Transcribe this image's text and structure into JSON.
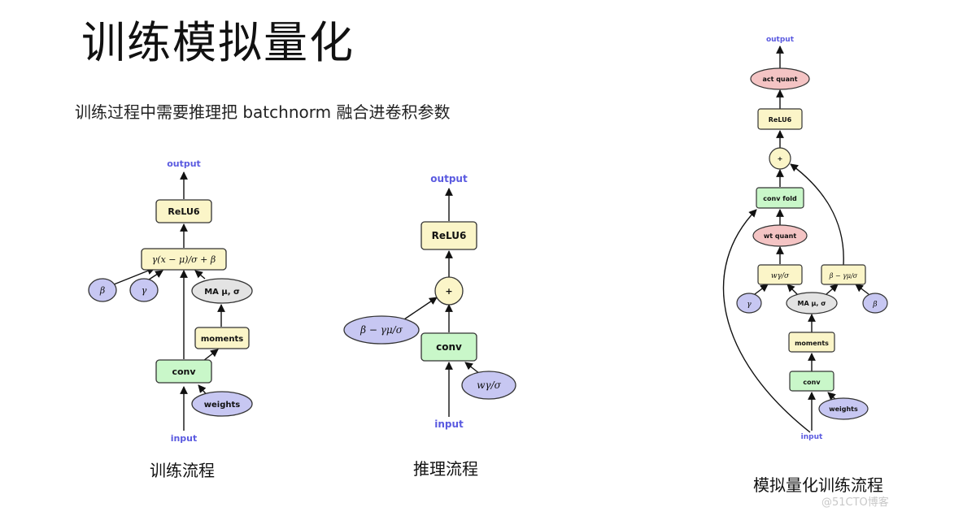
{
  "slide": {
    "title": "训练模拟量化",
    "subtitle": "训练过程中需要推理把 batchnorm 融合进卷积参数",
    "watermark": "@51CTO博客"
  },
  "captions": {
    "training": "训练流程",
    "inference": "推理流程",
    "quant_training": "模拟量化训练流程"
  },
  "training": {
    "output": "output",
    "relu": "ReLU6",
    "bn": "γ(x − μ)/σ + β",
    "beta": "β",
    "gamma": "γ",
    "ma": "MA μ, σ",
    "moments": "moments",
    "conv": "conv",
    "weights": "weights",
    "input": "input"
  },
  "inference": {
    "output": "output",
    "relu": "ReLU6",
    "add": "+",
    "bias": "β − γμ/σ",
    "conv": "conv",
    "wscale": "wγ/σ",
    "input": "input"
  },
  "quant": {
    "output": "output",
    "act_quant": "act quant",
    "relu": "ReLU6",
    "add": "+",
    "conv_fold": "conv fold",
    "wt_quant": "wt quant",
    "wscale": "wγ/σ",
    "bias": "β − γμ/σ",
    "gamma": "γ",
    "ma": "MA μ, σ",
    "beta": "β",
    "moments": "moments",
    "conv": "conv",
    "weights": "weights",
    "input": "input"
  },
  "colors": {
    "box_yellow": "#fbf5c8",
    "box_green": "#c9f7c9",
    "ellipse_blue": "#c7c7f2",
    "ellipse_gray": "#e3e3e3",
    "ellipse_pink": "#f4c4c4",
    "io_text": "#5a5ae0"
  }
}
